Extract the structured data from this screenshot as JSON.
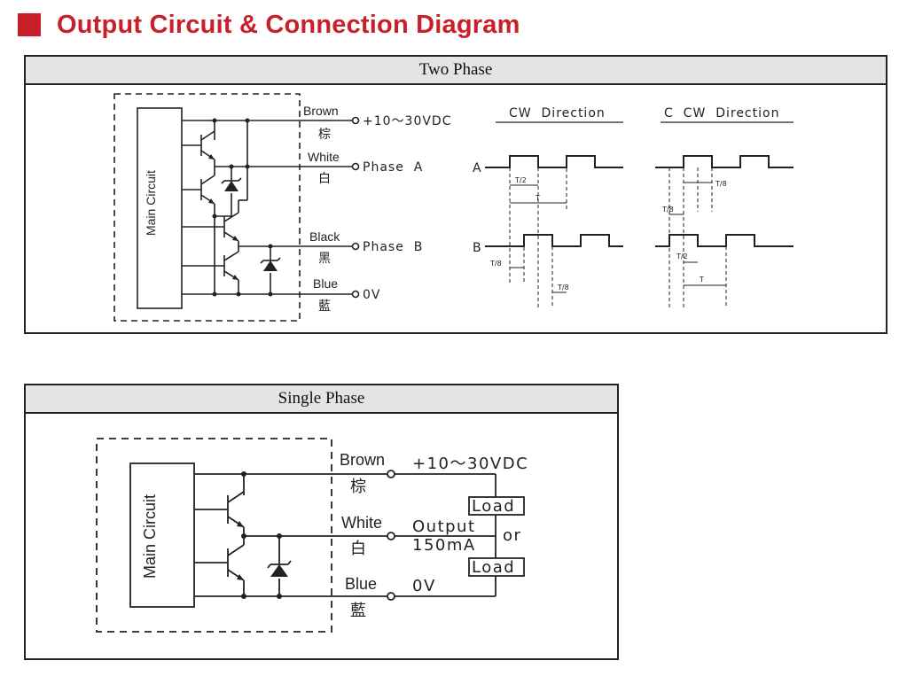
{
  "title": "Output Circuit & Connection Diagram",
  "two_phase": {
    "header": "Two Phase",
    "main_circuit": "Main Circuit",
    "terminals": [
      {
        "wire": "Brown",
        "wire_cn": "棕",
        "signal": "+10～30VDC"
      },
      {
        "wire": "White",
        "wire_cn": "白",
        "signal": "Phase  A"
      },
      {
        "wire": "Black",
        "wire_cn": "黑",
        "signal": "Phase  B"
      },
      {
        "wire": "Blue",
        "wire_cn": "藍",
        "signal": "0V"
      }
    ],
    "cw_title": "CW  Direction",
    "ccw_title": "C  CW  Direction",
    "channel_a": "A",
    "channel_b": "B",
    "t_half": "T/2",
    "t_full": "T",
    "t_eighth": "T/8"
  },
  "single_phase": {
    "header": "Single Phase",
    "main_circuit": "Main Circuit",
    "terminals": [
      {
        "wire": "Brown",
        "wire_cn": "棕",
        "signal": "+10～30VDC"
      },
      {
        "wire": "White",
        "wire_cn": "白",
        "signal": "Output"
      },
      {
        "wire": "Blue",
        "wire_cn": "藍",
        "signal": "0V"
      }
    ],
    "output_current": "150mA",
    "load_label": "Load",
    "or_label": "or"
  },
  "colors": {
    "accent": "#c8202a",
    "line": "#222222",
    "header_bg": "#e4e4e4"
  }
}
